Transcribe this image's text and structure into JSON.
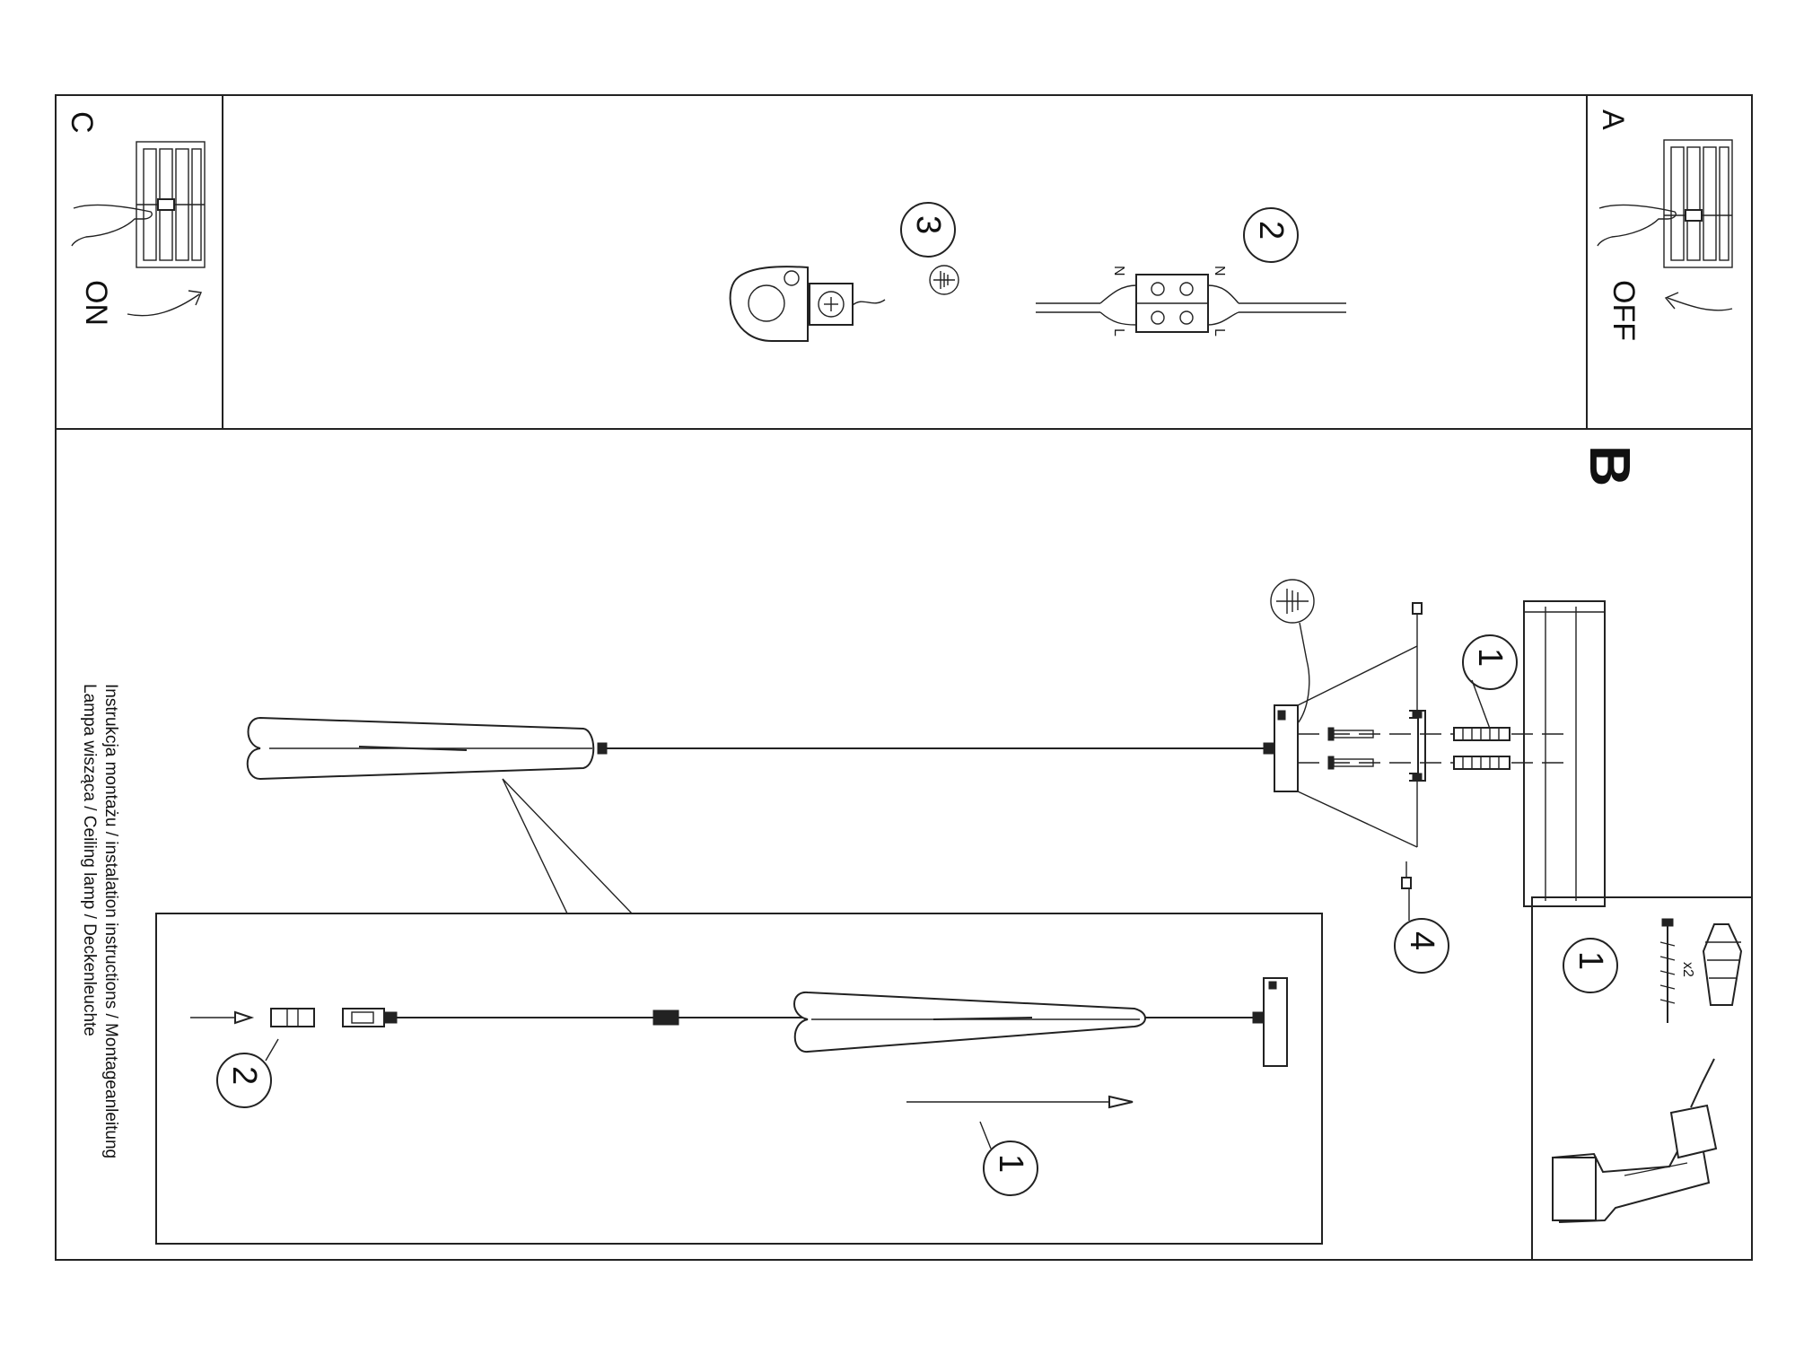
{
  "panels": {
    "a": {
      "letter": "A",
      "state": "OFF"
    },
    "b": {
      "letter": "B"
    },
    "c": {
      "letter": "C",
      "state": "ON"
    }
  },
  "wiring": {
    "step2_number": "2",
    "step3_number": "3",
    "terminal_left_top": "N",
    "terminal_right_top": "N",
    "terminal_left_bottom": "L",
    "terminal_right_bottom": "L"
  },
  "main": {
    "step1_number": "1",
    "step4_number": "4"
  },
  "detail": {
    "step1_number": "1",
    "step2_number": "2"
  },
  "parts": {
    "step1_number": "1",
    "quantity": "x2"
  },
  "caption": {
    "line1": "Instrukcja montażu / instalation instructions / Montageanleitung",
    "line2": "Lampa wisząca / Ceiling lamp / Deckenleuchte"
  }
}
